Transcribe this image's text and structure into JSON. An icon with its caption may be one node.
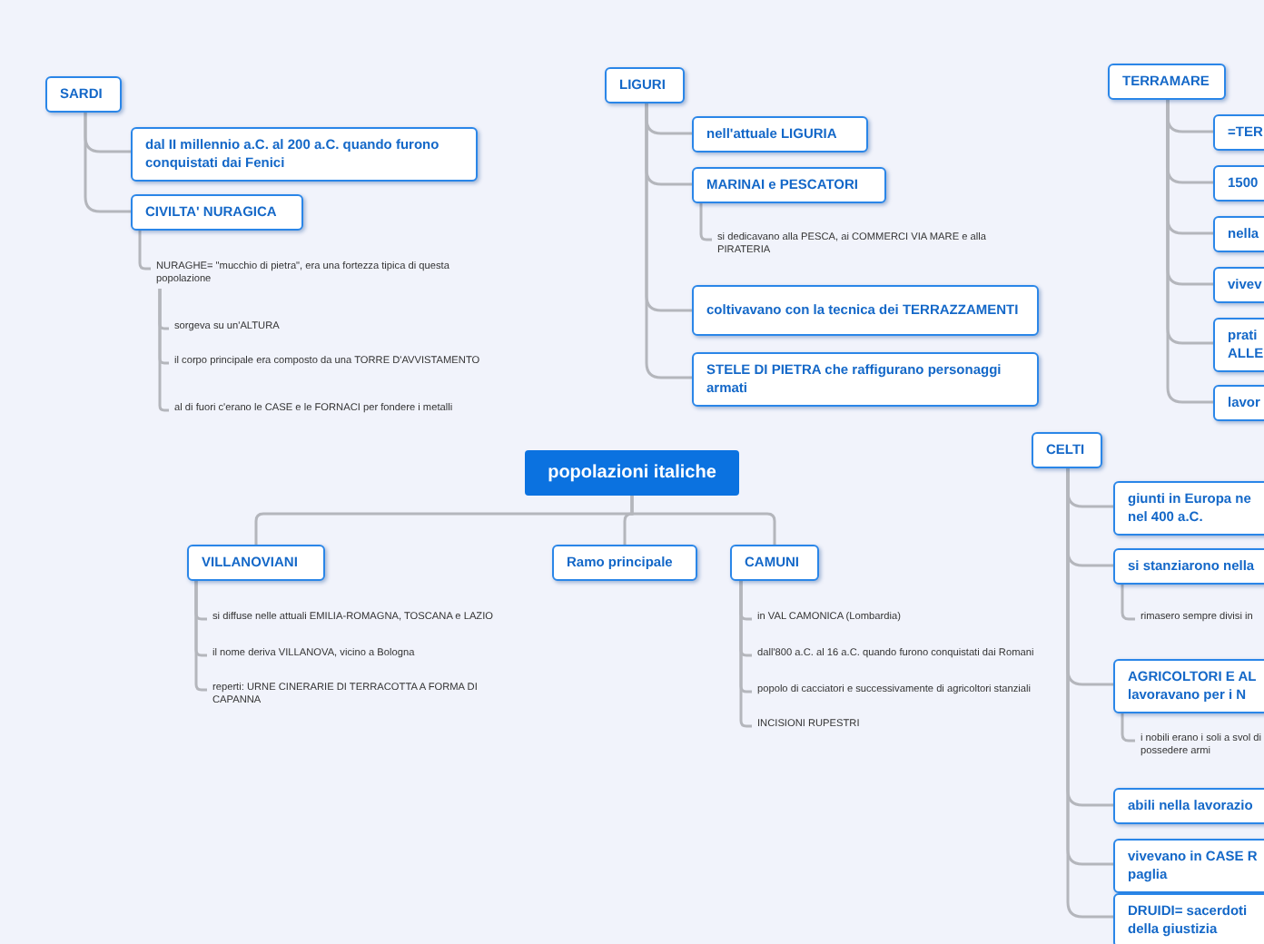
{
  "diagram": {
    "nodes": [
      {
        "text": [
          "popolazioni italiche"
        ]
      },
      {
        "text": [
          "SARDI"
        ]
      },
      {
        "text": [
          "dal II millennio a.C. al 200 a.C. quando furono conquistati dai Fenici"
        ]
      },
      {
        "text": [
          "CIVILTA' NURAGICA"
        ]
      },
      {
        "text": [
          "NURAGHE= \"mucchio di pietra\", era una fortezza tipica di questa popolazione"
        ]
      },
      {
        "text": [
          "sorgeva su un'ALTURA"
        ]
      },
      {
        "text": [
          "il corpo principale era composto da una TORRE D'AVVISTAMENTO"
        ]
      },
      {
        "text": [
          "al di fuori c'erano le CASE e le FORNACI per fondere i metalli"
        ]
      },
      {
        "text": [
          "LIGURI"
        ]
      },
      {
        "text": [
          "nell'attuale LIGURIA"
        ]
      },
      {
        "text": [
          "MARINAI e PESCATORI"
        ]
      },
      {
        "text": [
          "si dedicavano alla PESCA, ai COMMERCI VIA MARE e alla PIRATERIA"
        ]
      },
      {
        "text": [
          "coltivavano con la tecnica dei TERRAZZAMENTI"
        ]
      },
      {
        "text": [
          "STELE DI PIETRA che raffigurano personaggi armati"
        ]
      },
      {
        "text": [
          "TERRAMARE"
        ]
      },
      {
        "text": [
          "=TER"
        ]
      },
      {
        "text": [
          "1500"
        ]
      },
      {
        "text": [
          "nella"
        ]
      },
      {
        "text": [
          "vivev"
        ]
      },
      {
        "text": [
          "prati ALLE"
        ]
      },
      {
        "text": [
          "lavor"
        ]
      },
      {
        "text": [
          "VILLANOVIANI"
        ]
      },
      {
        "text": [
          "si diffuse nelle attuali EMILIA-ROMAGNA, TOSCANA e LAZIO"
        ]
      },
      {
        "text": [
          "il nome deriva VILLANOVA, vicino a Bologna"
        ]
      },
      {
        "text": [
          "reperti: URNE CINERARIE DI TERRACOTTA A FORMA DI CAPANNA"
        ]
      },
      {
        "text": [
          "Ramo principale"
        ]
      },
      {
        "text": [
          "CAMUNI"
        ]
      },
      {
        "text": [
          "in VAL CAMONICA (Lombardia)"
        ]
      },
      {
        "text": [
          "dall'800 a.C. al 16 a.C. quando furono conquistati dai Romani"
        ]
      },
      {
        "text": [
          "popolo di cacciatori e successivamente di agricoltori stanziali"
        ]
      },
      {
        "text": [
          "INCISIONI RUPESTRI"
        ]
      },
      {
        "text": [
          "CELTI"
        ]
      },
      {
        "text": [
          "giunti in Europa ne nel 400 a.C."
        ]
      },
      {
        "text": [
          "si stanziarono nella"
        ]
      },
      {
        "text": [
          "rimasero sempre divisi in"
        ]
      },
      {
        "text": [
          "AGRICOLTORI E AL lavoravano per i N"
        ]
      },
      {
        "text": [
          "i nobili erano i soli a svol di possedere armi"
        ]
      },
      {
        "text": [
          "abili nella lavorazio"
        ]
      },
      {
        "text": [
          "vivevano in CASE R paglia"
        ]
      },
      {
        "text": [
          "DRUIDI= sacerdoti della giustizia"
        ]
      }
    ],
    "edges": [
      {
        "from": 1,
        "to": 2,
        "arrow": "none"
      },
      {
        "from": 1,
        "to": 3,
        "arrow": "none"
      },
      {
        "from": 3,
        "to": 4,
        "arrow": "none"
      },
      {
        "from": 4,
        "to": 5,
        "arrow": "none"
      },
      {
        "from": 4,
        "to": 6,
        "arrow": "none"
      },
      {
        "from": 4,
        "to": 7,
        "arrow": "none"
      },
      {
        "from": 8,
        "to": 9,
        "arrow": "none"
      },
      {
        "from": 8,
        "to": 10,
        "arrow": "none"
      },
      {
        "from": 10,
        "to": 11,
        "arrow": "none"
      },
      {
        "from": 8,
        "to": 12,
        "arrow": "none"
      },
      {
        "from": 8,
        "to": 13,
        "arrow": "none"
      },
      {
        "from": 14,
        "to": 15,
        "arrow": "none"
      },
      {
        "from": 14,
        "to": 16,
        "arrow": "none"
      },
      {
        "from": 14,
        "to": 17,
        "arrow": "none"
      },
      {
        "from": 14,
        "to": 18,
        "arrow": "none"
      },
      {
        "from": 14,
        "to": 19,
        "arrow": "none"
      },
      {
        "from": 14,
        "to": 20,
        "arrow": "none"
      },
      {
        "from": 0,
        "to": 21,
        "arrow": "none"
      },
      {
        "from": 21,
        "to": 22,
        "arrow": "none"
      },
      {
        "from": 21,
        "to": 23,
        "arrow": "none"
      },
      {
        "from": 21,
        "to": 24,
        "arrow": "none"
      },
      {
        "from": 0,
        "to": 25,
        "arrow": "none"
      },
      {
        "from": 0,
        "to": 26,
        "arrow": "none"
      },
      {
        "from": 26,
        "to": 27,
        "arrow": "none"
      },
      {
        "from": 26,
        "to": 28,
        "arrow": "none"
      },
      {
        "from": 26,
        "to": 29,
        "arrow": "none"
      },
      {
        "from": 26,
        "to": 30,
        "arrow": "none"
      },
      {
        "from": 31,
        "to": 32,
        "arrow": "none"
      },
      {
        "from": 31,
        "to": 33,
        "arrow": "none"
      },
      {
        "from": 33,
        "to": 34,
        "arrow": "none"
      },
      {
        "from": 31,
        "to": 35,
        "arrow": "none"
      },
      {
        "from": 35,
        "to": 36,
        "arrow": "none"
      },
      {
        "from": 31,
        "to": 37,
        "arrow": "none"
      },
      {
        "from": 31,
        "to": 38,
        "arrow": "none"
      },
      {
        "from": 31,
        "to": 39,
        "arrow": "none"
      }
    ]
  }
}
